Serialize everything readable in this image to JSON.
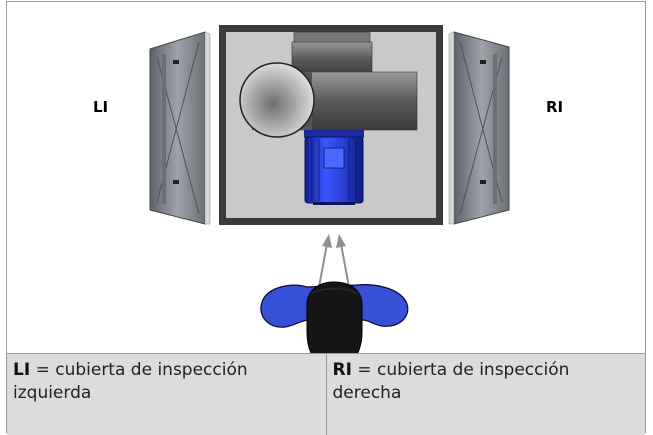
{
  "labels": {
    "left": "LI",
    "right": "RI"
  },
  "caption": {
    "left_abbr": "LI",
    "left_text": " = cubierta de inspección izquierda",
    "right_abbr": "RI",
    "right_text": " = cubierta de inspección derecha"
  },
  "colors": {
    "panel": "#8a8f97",
    "housing": "#c8c8c8",
    "motor": "#2a3fd6",
    "head_cap": "#3650d8",
    "hair": "#1a1a1a"
  }
}
